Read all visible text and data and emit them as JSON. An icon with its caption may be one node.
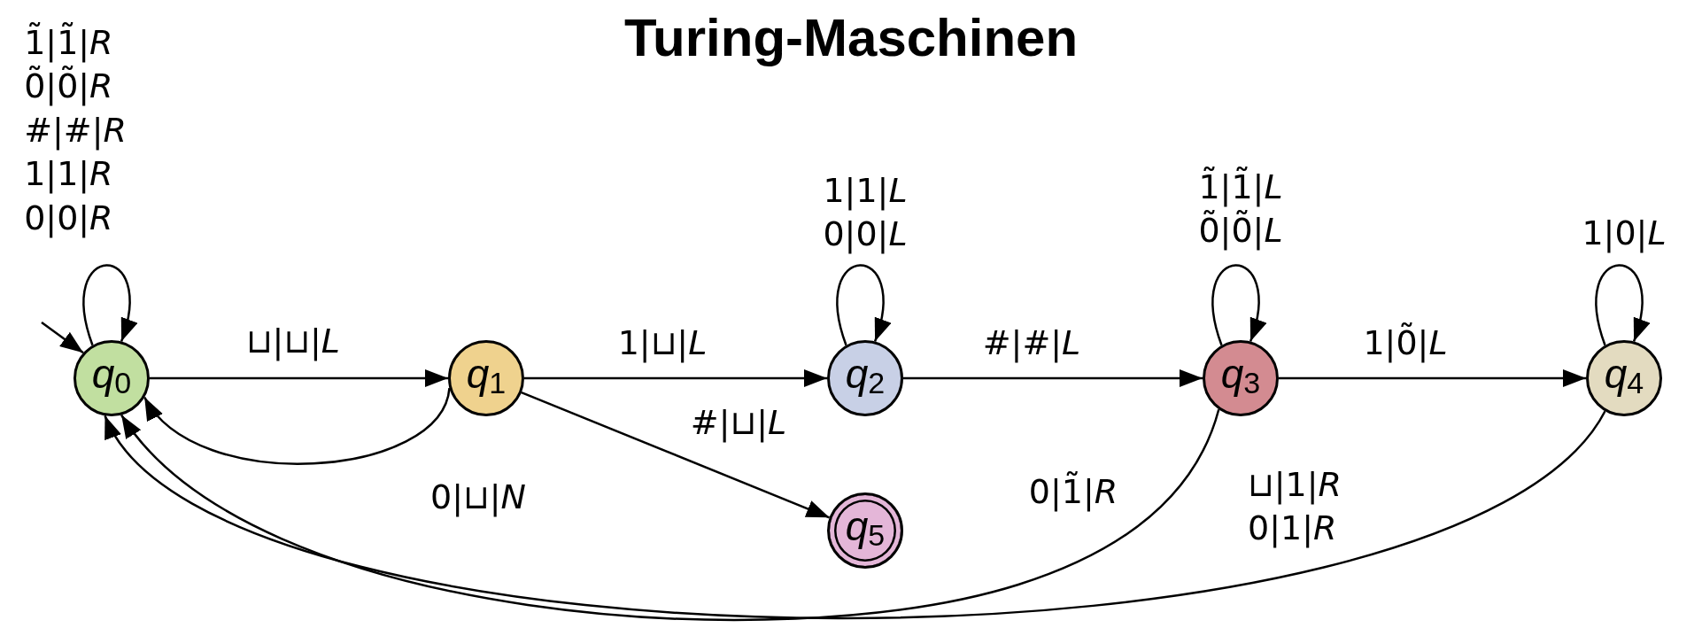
{
  "diagram": {
    "title": "Turing-Maschinen",
    "nodes": [
      {
        "text": [
          "*q*$_{0}$"
        ]
      },
      {
        "text": [
          "*q*$_{1}$"
        ]
      },
      {
        "text": [
          "*q*$_{2}$"
        ]
      },
      {
        "text": [
          "*q*$_{3}$"
        ]
      },
      {
        "text": [
          "*q*$_{4}$"
        ]
      },
      {
        "text": [
          "*q*$_{5}$"
        ]
      }
    ],
    "edges": [
      {
        "from": null,
        "to": 0,
        "arrow": "to"
      },
      {
        "from": 0,
        "to": 0,
        "arrow": "to",
        "label": "1̃|1̃|*R* 0̃|0̃|*R* #|#|*R* 1|1|*R* 0|0|*R*"
      },
      {
        "from": 0,
        "to": 1,
        "arrow": "to",
        "label": "⊔|⊔|*L*"
      },
      {
        "from": 1,
        "to": 0,
        "arrow": "to",
        "label": "0|⊔|*N*"
      },
      {
        "from": 1,
        "to": 2,
        "arrow": "to",
        "label": "1|⊔|*L*"
      },
      {
        "from": 1,
        "to": 5,
        "arrow": "to",
        "label": "#|⊔|*L*"
      },
      {
        "from": 2,
        "to": 2,
        "arrow": "to",
        "label": "1|1|*L* 0|0|*L*"
      },
      {
        "from": 2,
        "to": 3,
        "arrow": "to",
        "label": "#|#|*L*"
      },
      {
        "from": 3,
        "to": 3,
        "arrow": "to",
        "label": "1̃|1̃|*L* 0̃|0̃|*L*"
      },
      {
        "from": 3,
        "to": 0,
        "arrow": "to",
        "label": "0|1̃|*R*"
      },
      {
        "from": 3,
        "to": 4,
        "arrow": "to",
        "label": "1|0̃|*L*"
      },
      {
        "from": 4,
        "to": 4,
        "arrow": "to",
        "label": "1|0|*L*"
      },
      {
        "from": 4,
        "to": 0,
        "arrow": "to",
        "label": "⊔|1|*R* 0|1|*R*"
      }
    ]
  }
}
